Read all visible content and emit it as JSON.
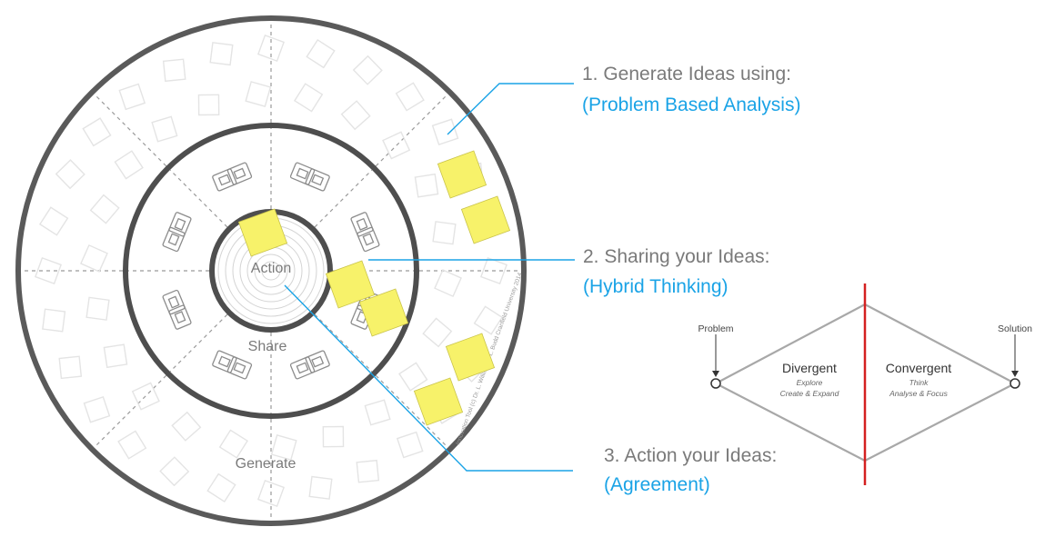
{
  "wheel": {
    "ring_labels": {
      "inner": "Action",
      "middle": "Share",
      "outer": "Generate"
    },
    "credit_text": "Innovation Tool (c) Dr. L. Williams & L. Budd  Cranfield University 2014",
    "sticky_note_color": "#f7f26a"
  },
  "steps": [
    {
      "title": "1. Generate Ideas using:",
      "subtitle": "(Problem Based Analysis)"
    },
    {
      "title": "2. Sharing your Ideas:",
      "subtitle": "(Hybrid Thinking)"
    },
    {
      "title": "3. Action your Ideas:",
      "subtitle": "(Agreement)"
    }
  ],
  "diamond": {
    "left_endpoint": "Problem",
    "right_endpoint": "Solution",
    "left": {
      "title": "Divergent",
      "line1": "Explore",
      "line2": "Create & Expand"
    },
    "right": {
      "title": "Convergent",
      "line1": "Think",
      "line2": "Analyse & Focus"
    }
  },
  "colors": {
    "accent_blue": "#1aa3e6",
    "divider_red": "#d42020",
    "ring_dark": "#555555",
    "sticky_yellow": "#f7f26a"
  }
}
